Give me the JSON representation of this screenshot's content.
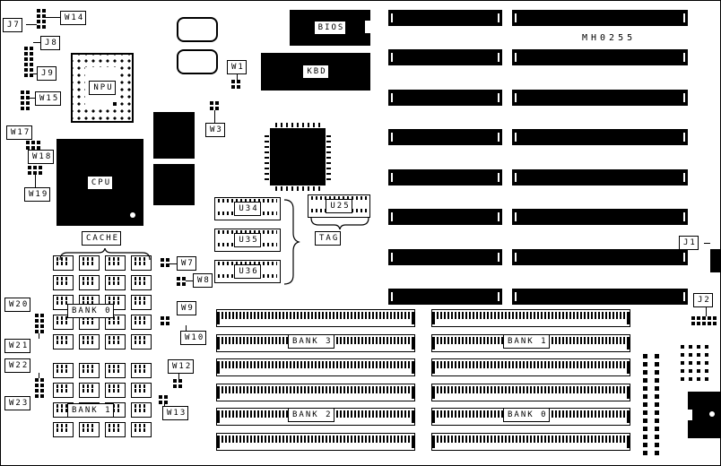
{
  "board": {
    "model": "MH0255"
  },
  "chips": {
    "npu": "NPU",
    "cpu": "CPU",
    "bios": "BIOS",
    "kbd": "KBD",
    "u34": "U34",
    "u35": "U35",
    "u36": "U36",
    "u25": "U25"
  },
  "sections": {
    "cache": "CACHE",
    "tag": "TAG"
  },
  "cache_banks": {
    "bank0": "BANK 0",
    "bank1": "BANK 1"
  },
  "memory_banks": {
    "bank0": "BANK 0",
    "bank1": "BANK 1",
    "bank2": "BANK 2",
    "bank3": "BANK 3"
  },
  "jumpers": {
    "j1": "J1",
    "j2": "J2",
    "j7": "J7",
    "j8": "J8",
    "j9": "J9",
    "w1": "W1",
    "w3": "W3",
    "w7": "W7",
    "w8": "W8",
    "w9": "W9",
    "w10": "W10",
    "w12": "W12",
    "w13": "W13",
    "w14": "W14",
    "w15": "W15",
    "w17": "W17",
    "w18": "W18",
    "w19": "W19",
    "w20": "W20",
    "w21": "W21",
    "w22": "W22",
    "w23": "W23"
  }
}
